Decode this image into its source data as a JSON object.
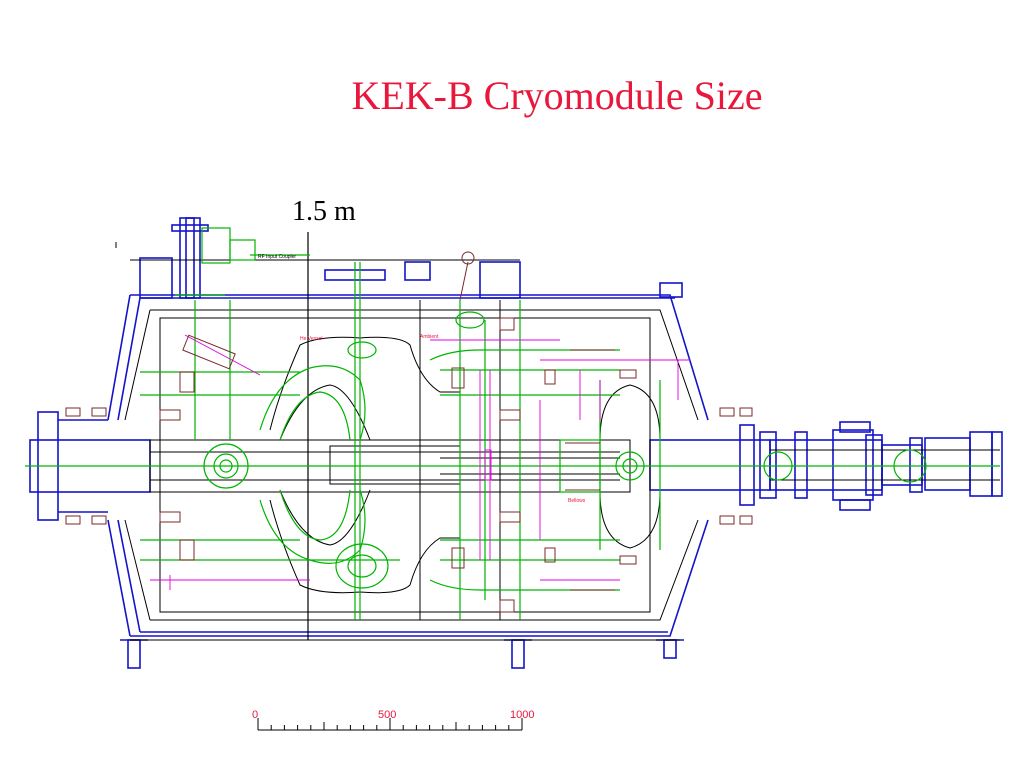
{
  "title": "KEK-B Cryomodule Size",
  "dimension_label": "1.5 m",
  "drawing_labels": {
    "rf_input_coupler": "RF Input Coupler",
    "he_vessel": "He Vessel",
    "bellows": "Bellows",
    "ambient": "Ambient"
  },
  "scale_bar": {
    "ticks": [
      "0",
      "500",
      "1000"
    ]
  },
  "colors": {
    "title": "#e8173b",
    "structure": "#1414c8",
    "outline": "#000000",
    "components": "#00b400",
    "annotations": "#e000e0",
    "detail": "#7a2a2a"
  }
}
